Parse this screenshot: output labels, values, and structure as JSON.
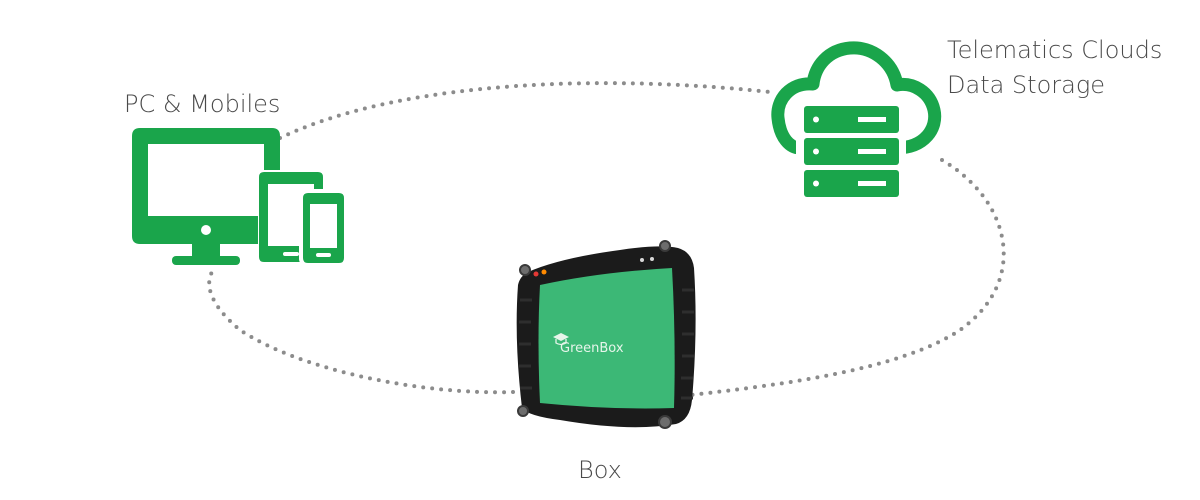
{
  "nodes": {
    "devices": {
      "label": "PC & Mobiles"
    },
    "cloud": {
      "label_line1": "Telematics Clouds",
      "label_line2": "Data Storage"
    },
    "box": {
      "label": "Box",
      "brand": "GreenBox"
    }
  },
  "colors": {
    "accent": "#1aa54b",
    "box_panel": "#3cb876",
    "box_body": "#1b1b1b",
    "connector": "#8c8c8c",
    "text": "#4a4a4a"
  },
  "icons": [
    "desktop-monitor-icon",
    "tablet-icon",
    "smartphone-icon",
    "cloud-icon",
    "server-stack-icon",
    "graduation-cap-icon"
  ]
}
